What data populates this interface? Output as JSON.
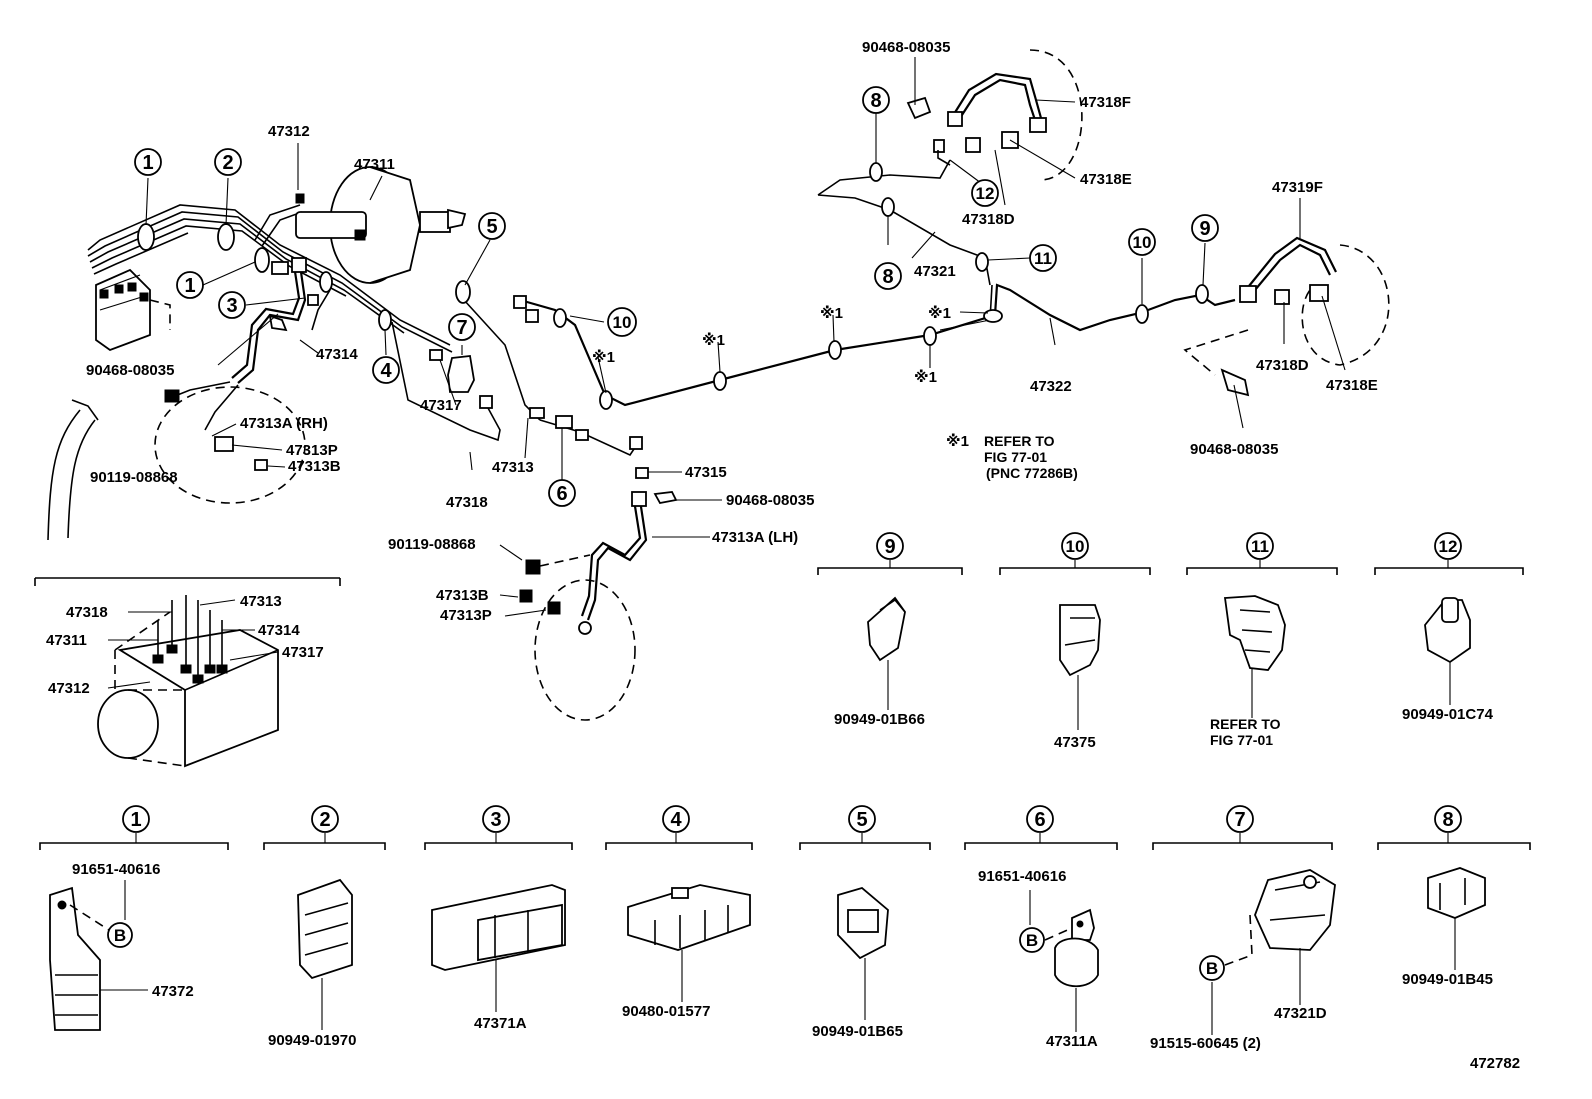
{
  "drawing_id": "472782",
  "note": {
    "mark": "※1",
    "line1": "REFER TO",
    "line2": "FIG 77-01",
    "line3": "(PNC 77286B)"
  },
  "callout_circles": [
    "1",
    "2",
    "3",
    "4",
    "5",
    "6",
    "7",
    "8",
    "9",
    "10",
    "11",
    "12"
  ],
  "asterisk_label": "※1",
  "ref_fig": {
    "line1": "REFER TO",
    "line2": "FIG 77-01"
  },
  "main_labels": {
    "p47312": "47312",
    "p47311": "47311",
    "p90468_a": "90468-08035",
    "p47314": "47314",
    "p47313A_rh": "47313A (RH)",
    "p47313P_a": "47313P",
    "p47313B_a": "47313B",
    "p90119_a": "90119-08868",
    "p47317": "47317",
    "p47318": "47318",
    "p47313": "47313",
    "p47315": "47315",
    "p90468_b": "90468-08035",
    "p47313A_lh": "47313A (LH)",
    "p90119_b": "90119-08868",
    "p47313B_b": "47313B",
    "p47313P_b": "47313P",
    "p90468_c": "90468-08035",
    "p47318F": "47318F",
    "p47318E_a": "47318E",
    "p47318D_a": "47318D",
    "p47321": "47321",
    "p47322": "47322",
    "p47319F": "47319F",
    "p47318D_b": "47318D",
    "p47318E_b": "47318E",
    "p90468_d": "90468-08035"
  },
  "inset_labels": {
    "p47318": "47318",
    "p47313": "47313",
    "p47311": "47311",
    "p47314": "47314",
    "p47317": "47317",
    "p47312": "47312"
  },
  "detail_labels": {
    "d9": "90949-01B66",
    "d10": "47375",
    "d12": "90949-01C74",
    "d1_top": "91651-40616",
    "d1_b": "B",
    "d1": "47372",
    "d2": "90949-01970",
    "d3": "47371A",
    "d4": "90480-01577",
    "d5": "90949-01B65",
    "d6_top": "91651-40616",
    "d6_b": "B",
    "d6": "47311A",
    "d7_b": "B",
    "d7": "47321D",
    "d7_bottom": "91515-60645 (2)",
    "d8": "90949-01B45"
  }
}
